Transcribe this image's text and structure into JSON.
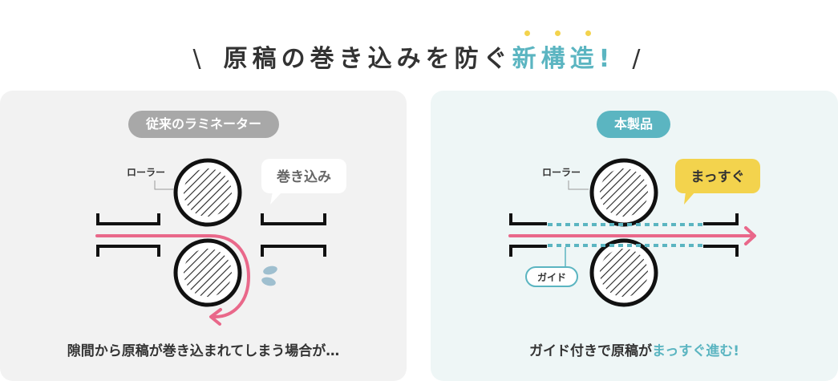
{
  "title": {
    "main": "原稿の巻き込みを防ぐ",
    "highlight": "新構造!",
    "slash_left": "\\",
    "slash_right": "/"
  },
  "left": {
    "badge": "従来のラミネーター",
    "roller_label": "ローラー",
    "bubble": "巻き込み",
    "caption": "隙間から原稿が巻き込まれてしまう場合が…"
  },
  "right": {
    "badge": "本製品",
    "roller_label": "ローラー",
    "bubble": "まっすぐ",
    "guide_label": "ガイド",
    "caption_pre": "ガイド付きで原稿が",
    "caption_hl": "まっすぐ進む",
    "caption_post": "!"
  },
  "colors": {
    "accent": "#5bb5c1",
    "arrow": "#e9688a",
    "bubble_yellow": "#f3d34d",
    "badge_gray": "#a8a8a8",
    "dot": "#f3d34d"
  }
}
